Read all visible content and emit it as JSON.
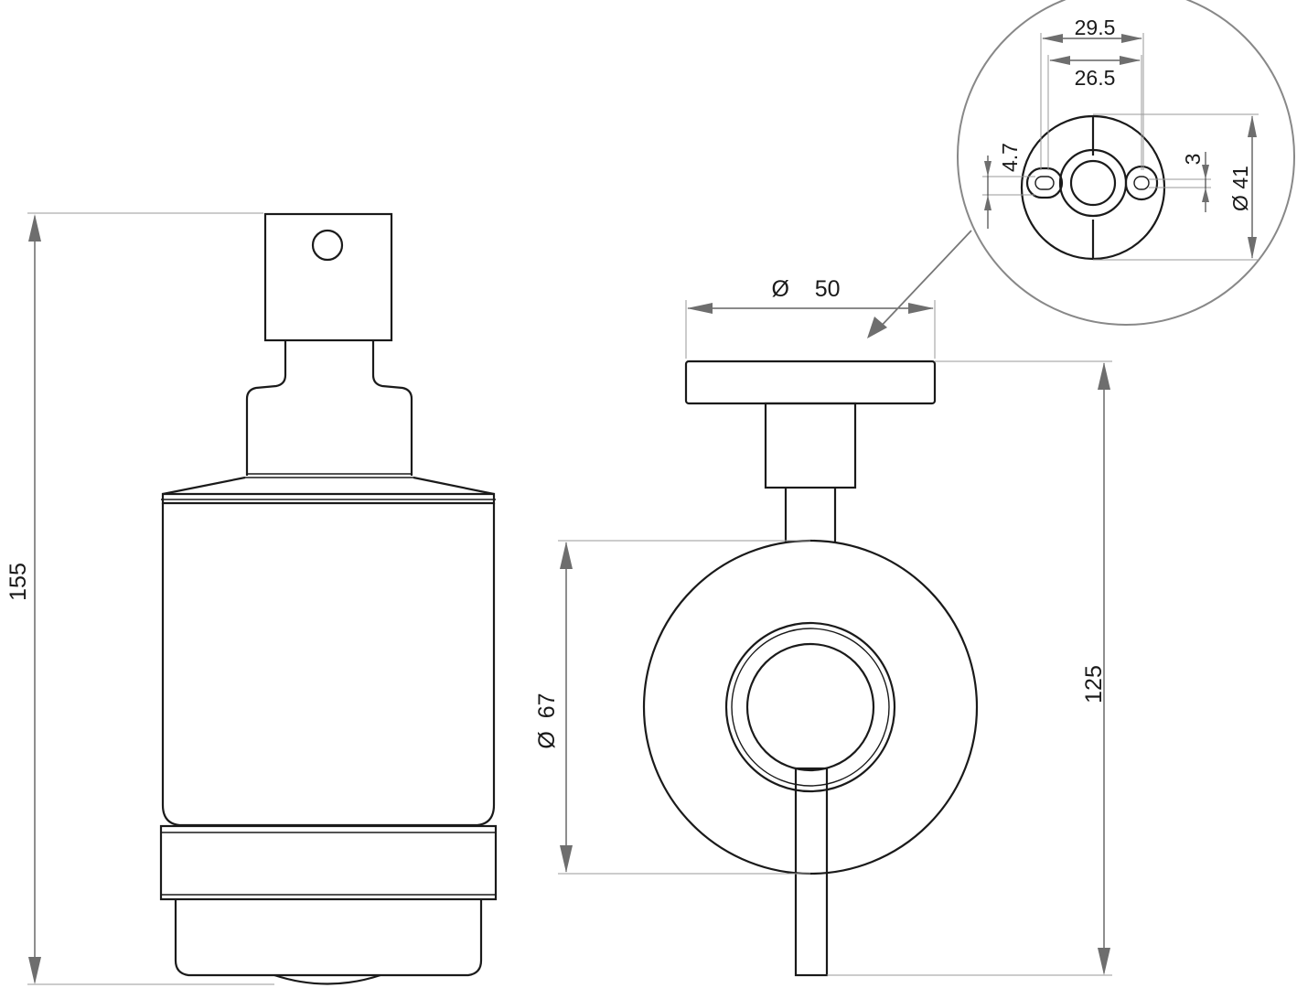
{
  "front_view": {
    "height_label": "155"
  },
  "side_view": {
    "plate_diameter_label": "Ø    50",
    "container_diameter_label": "Ø  67",
    "height_label": "125"
  },
  "detail_view": {
    "outer_spacing_label": "29.5",
    "inner_spacing_label": "26.5",
    "slot_width_label": "4.7",
    "slot_small_label": "3",
    "base_diameter_label": "Ø 41"
  }
}
